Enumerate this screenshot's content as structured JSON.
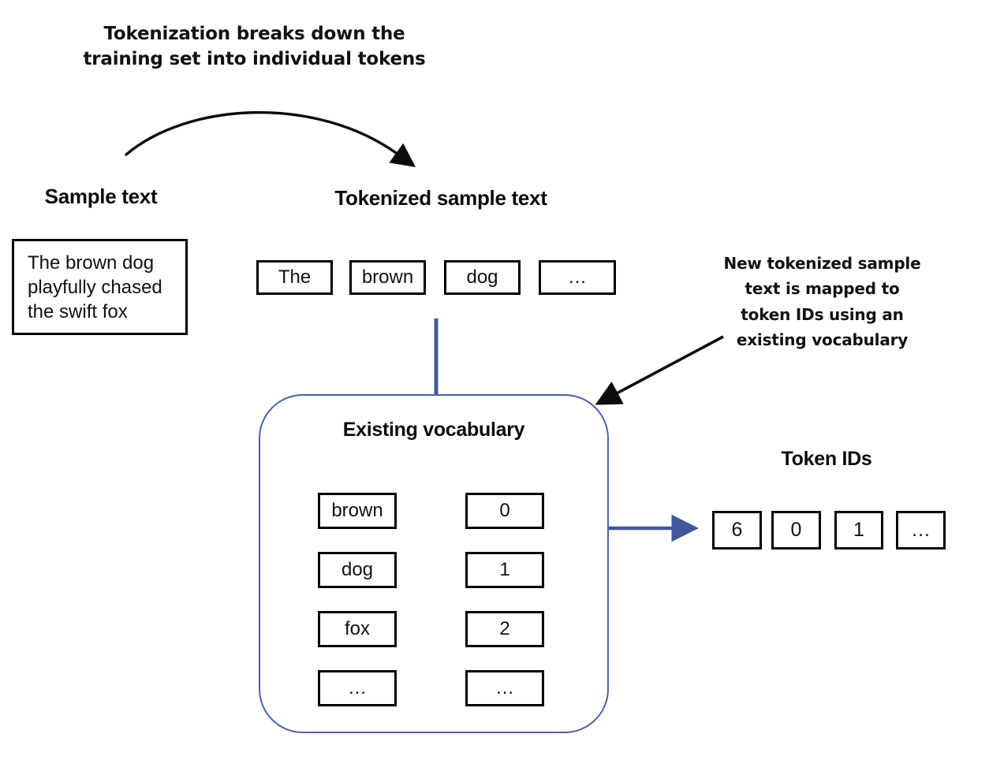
{
  "diagram": {
    "title_top": "Tokenization breaks down the\ntraining set into individual tokens",
    "annotation_right": "New tokenized sample\ntext is mapped to\ntoken IDs using an\nexisting vocabulary"
  },
  "sample": {
    "heading": "Sample text",
    "text": "The brown dog\nplayfully chased\nthe swift fox"
  },
  "tokenized": {
    "heading": "Tokenized sample text",
    "tokens": [
      "The",
      "brown",
      "dog",
      "…"
    ]
  },
  "vocabulary": {
    "heading": "Existing vocabulary",
    "entries": [
      {
        "word": "brown",
        "id": "0"
      },
      {
        "word": "dog",
        "id": "1"
      },
      {
        "word": "fox",
        "id": "2"
      },
      {
        "word": "…",
        "id": "…"
      }
    ]
  },
  "token_ids": {
    "heading": "Token IDs",
    "values": [
      "6",
      "0",
      "1",
      "…"
    ]
  },
  "colors": {
    "accent_blue": "#4d63a8",
    "outline_black": "#000000",
    "text_black": "#111111",
    "background": "#ffffff"
  },
  "icons": {
    "curved_arrow": "curved-arrow-icon",
    "diagonal_arrow": "diagonal-arrow-icon",
    "map_arrow": "right-arrow-icon",
    "flow_arrow": "blue-right-arrow-icon",
    "connector": "blue-connector-line-icon"
  }
}
